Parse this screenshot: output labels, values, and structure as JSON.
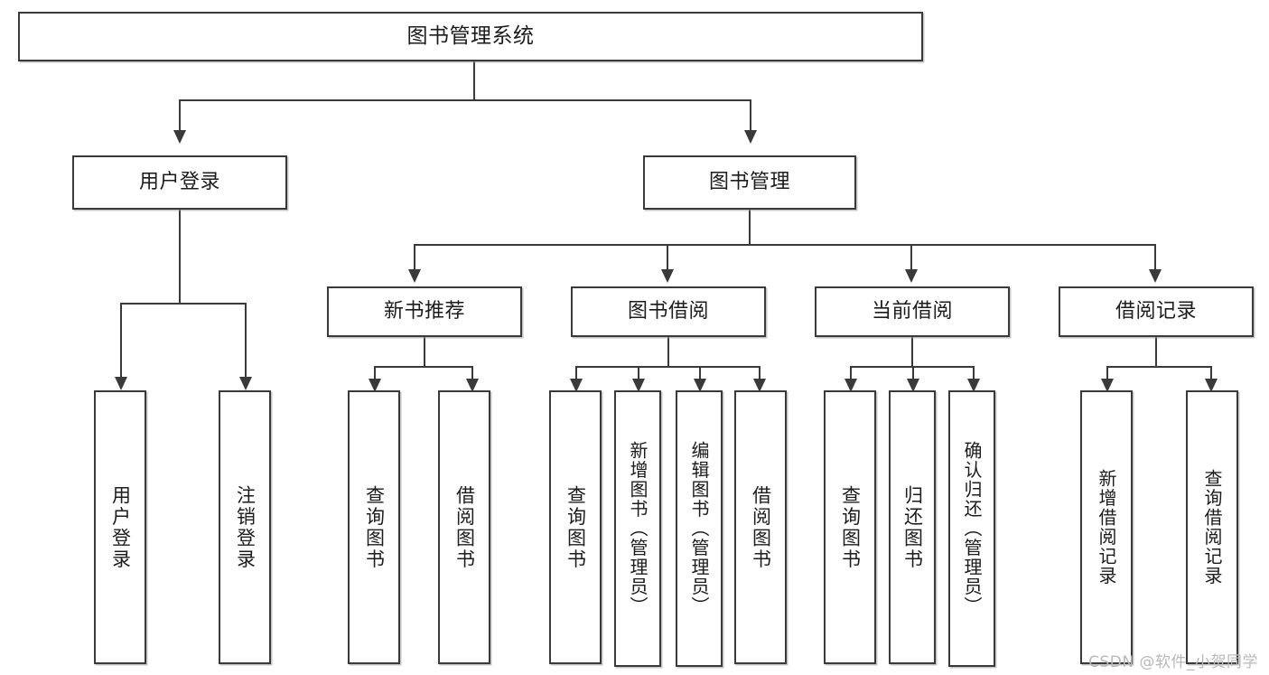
{
  "diagram": {
    "type": "tree",
    "title": "图书管理系统",
    "watermark": "CSDN @软件_小贺同学",
    "colors": {
      "border": "#3a3a3a",
      "background": "#ffffff",
      "text": "#1c1c1c",
      "watermark": "#b9b9b9"
    },
    "nodes": {
      "root": "图书管理系统",
      "level2": {
        "user_login": "用户登录",
        "book_manage": "图书管理"
      },
      "level3": {
        "new_book_recommend": "新书推荐",
        "book_borrow": "图书借阅",
        "current_borrow": "当前借阅",
        "borrow_record": "借阅记录"
      },
      "leaves": {
        "user_login_children": [
          "用户登录",
          "注销登录"
        ],
        "new_book_recommend_children": [
          "查询图书",
          "借阅图书"
        ],
        "book_borrow_children": [
          "查询图书",
          "新增图书（管理员）",
          "编辑图书（管理员）",
          "借阅图书"
        ],
        "current_borrow_children": [
          "查询图书",
          "归还图书",
          "确认归还（管理员）"
        ],
        "borrow_record_children": [
          "新增借阅记录",
          "查询借阅记录"
        ]
      }
    }
  }
}
